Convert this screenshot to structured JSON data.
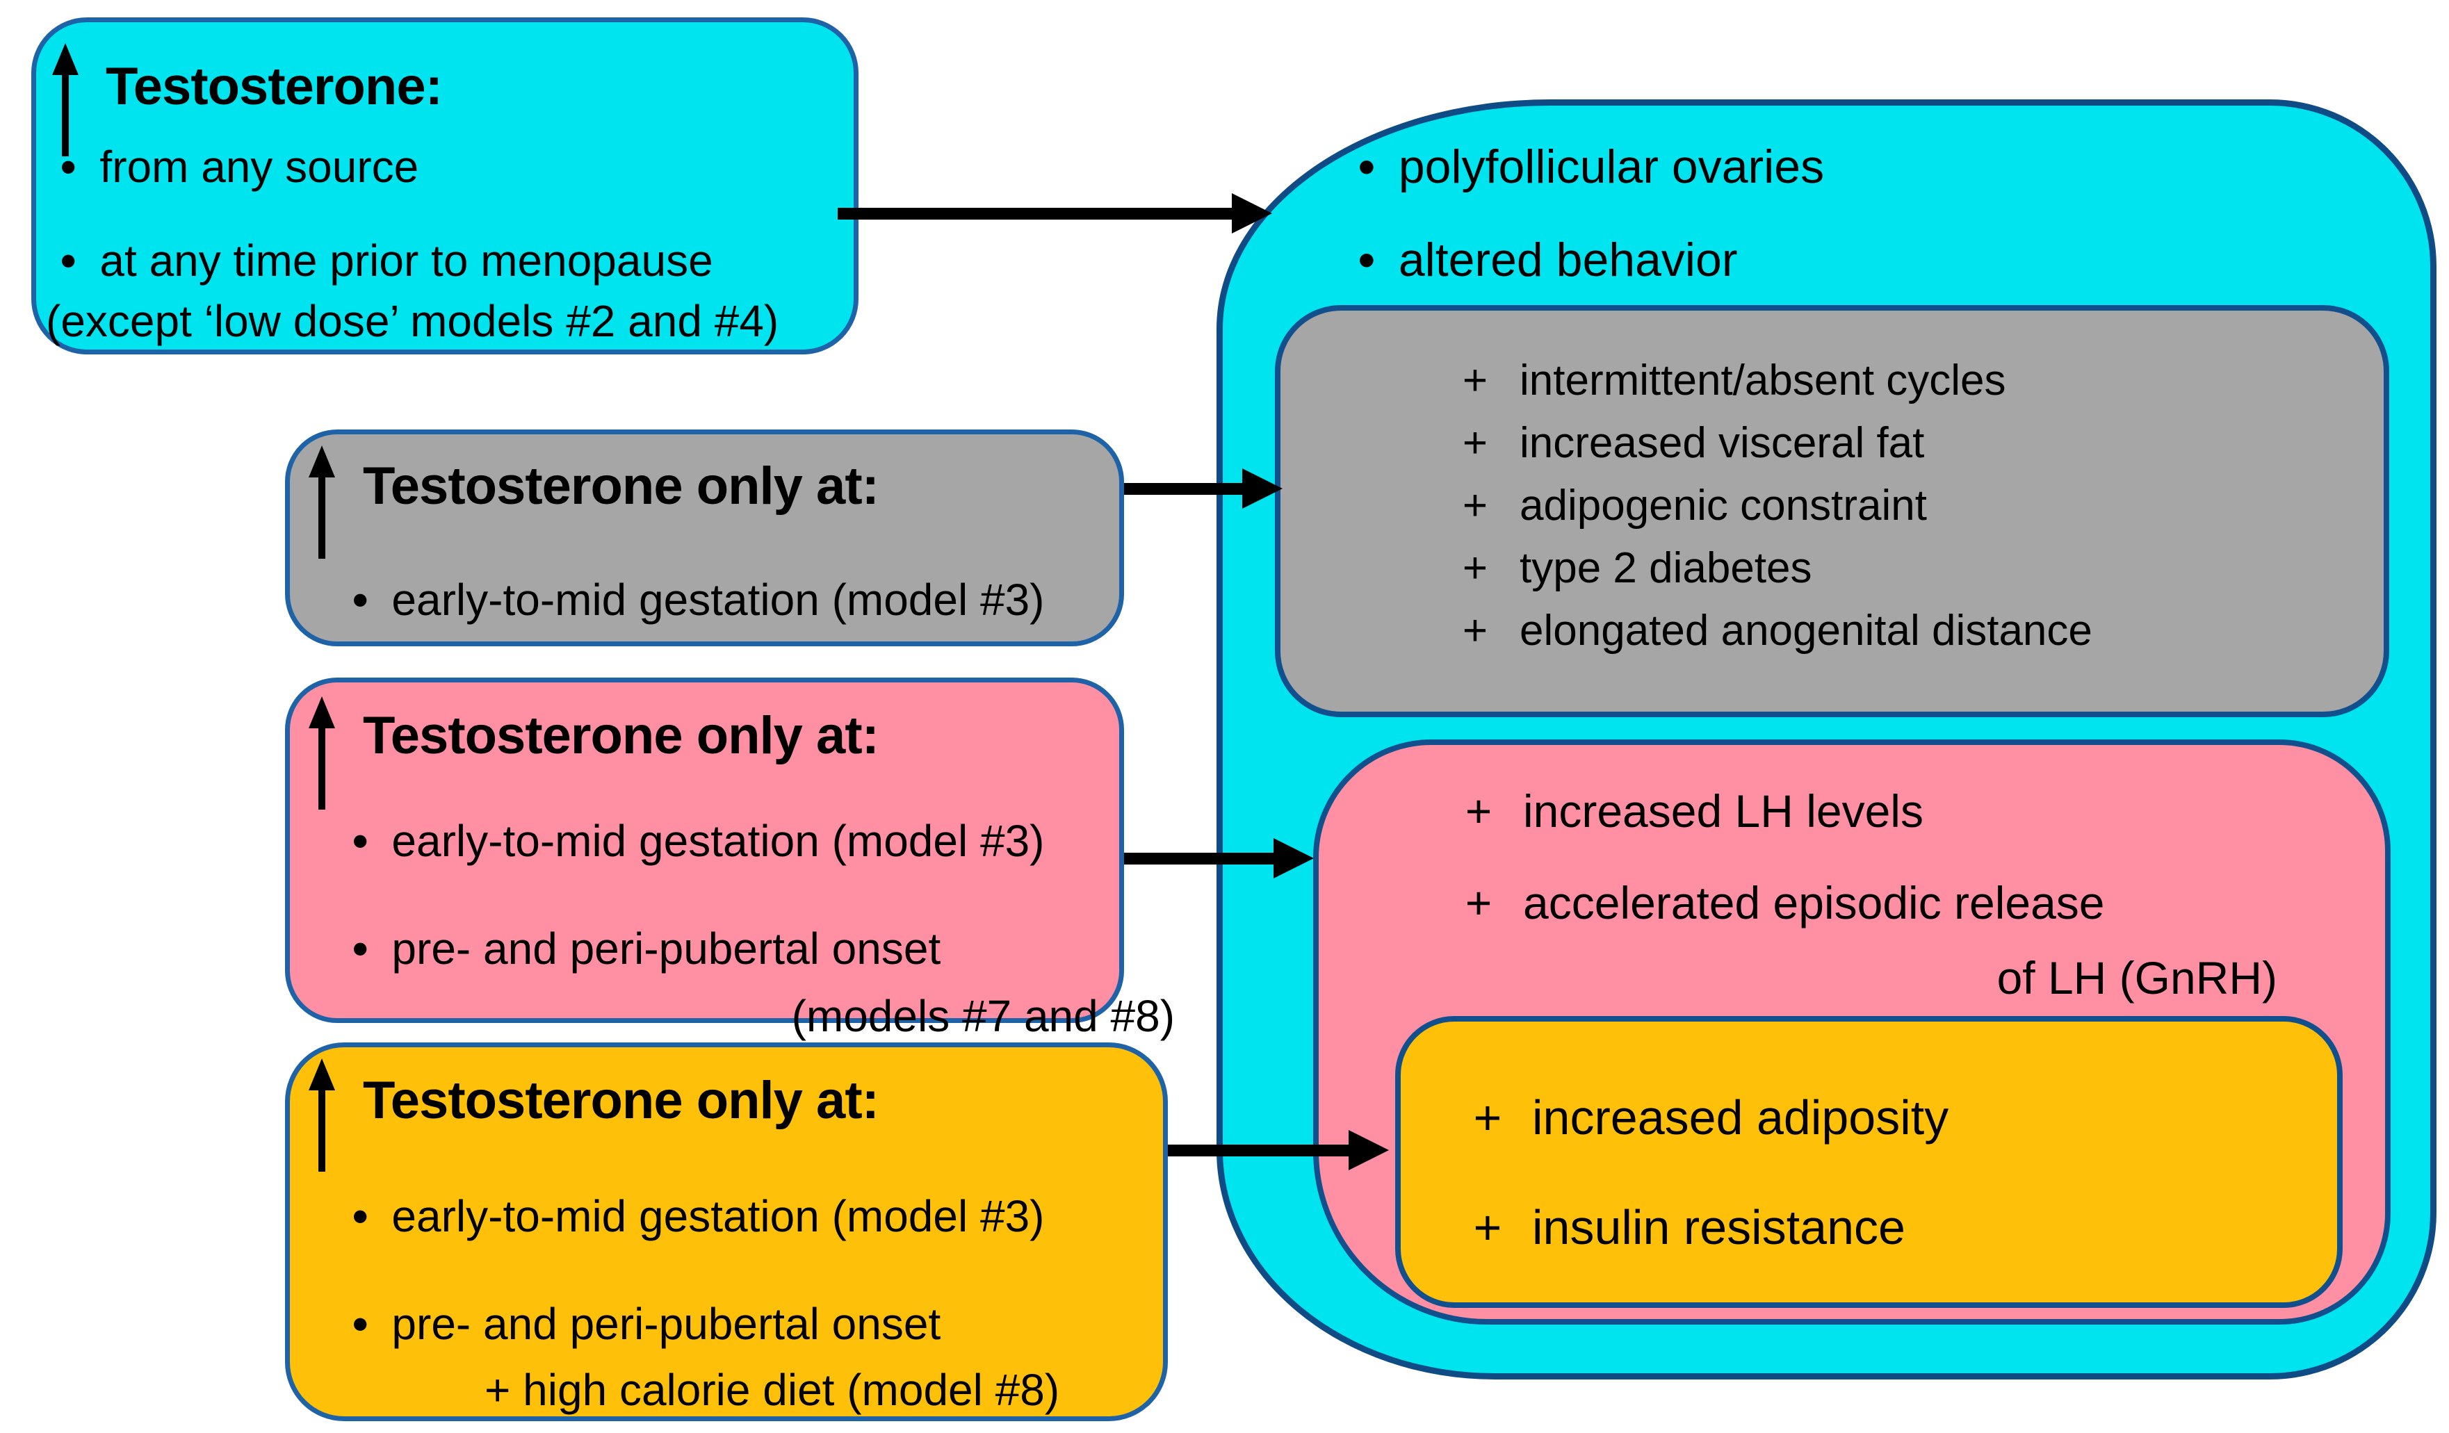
{
  "glyphs": {
    "bullet": "•",
    "plus": "+"
  },
  "colors": {
    "cyan": "#00E4F0",
    "gray": "#A6A6A6",
    "pink": "#FF8FA3",
    "orange": "#FFC00A",
    "box_border_blue": "#1E62A8",
    "panel_border_blue": "#0F4C86",
    "arrow_black": "#000000"
  },
  "left_boxes": {
    "box1": {
      "title": "Testosterone:",
      "bullet1": "from any source",
      "bullet2": "at any time prior to menopause",
      "note": "(except ‘low dose’ models #2 and #4)"
    },
    "box2": {
      "title": "Testosterone only at:",
      "bullet1": "early-to-mid gestation (model #3)"
    },
    "box3": {
      "title": "Testosterone only at:",
      "bullet1": "early-to-mid gestation (model #3)",
      "bullet2": "pre- and peri-pubertal onset",
      "note": "(models #7 and #8)"
    },
    "box4": {
      "title": "Testosterone only at:",
      "bullet1": "early-to-mid gestation (model #3)",
      "bullet2": "pre- and peri-pubertal onset",
      "note": "+ high calorie diet (model #8)"
    }
  },
  "outcomes": {
    "bullet1": "polyfollicular ovaries",
    "bullet2": "altered behavior",
    "gray": {
      "item1": "intermittent/absent cycles",
      "item2": "increased visceral fat",
      "item3": "adipogenic constraint",
      "item4": "type 2 diabetes",
      "item5": "elongated anogenital distance"
    },
    "pink": {
      "item1": "increased LH levels",
      "item2": "accelerated episodic release",
      "item2_cont": "of LH (GnRH)"
    },
    "orange": {
      "item1": "increased adiposity",
      "item2": "insulin resistance"
    }
  }
}
